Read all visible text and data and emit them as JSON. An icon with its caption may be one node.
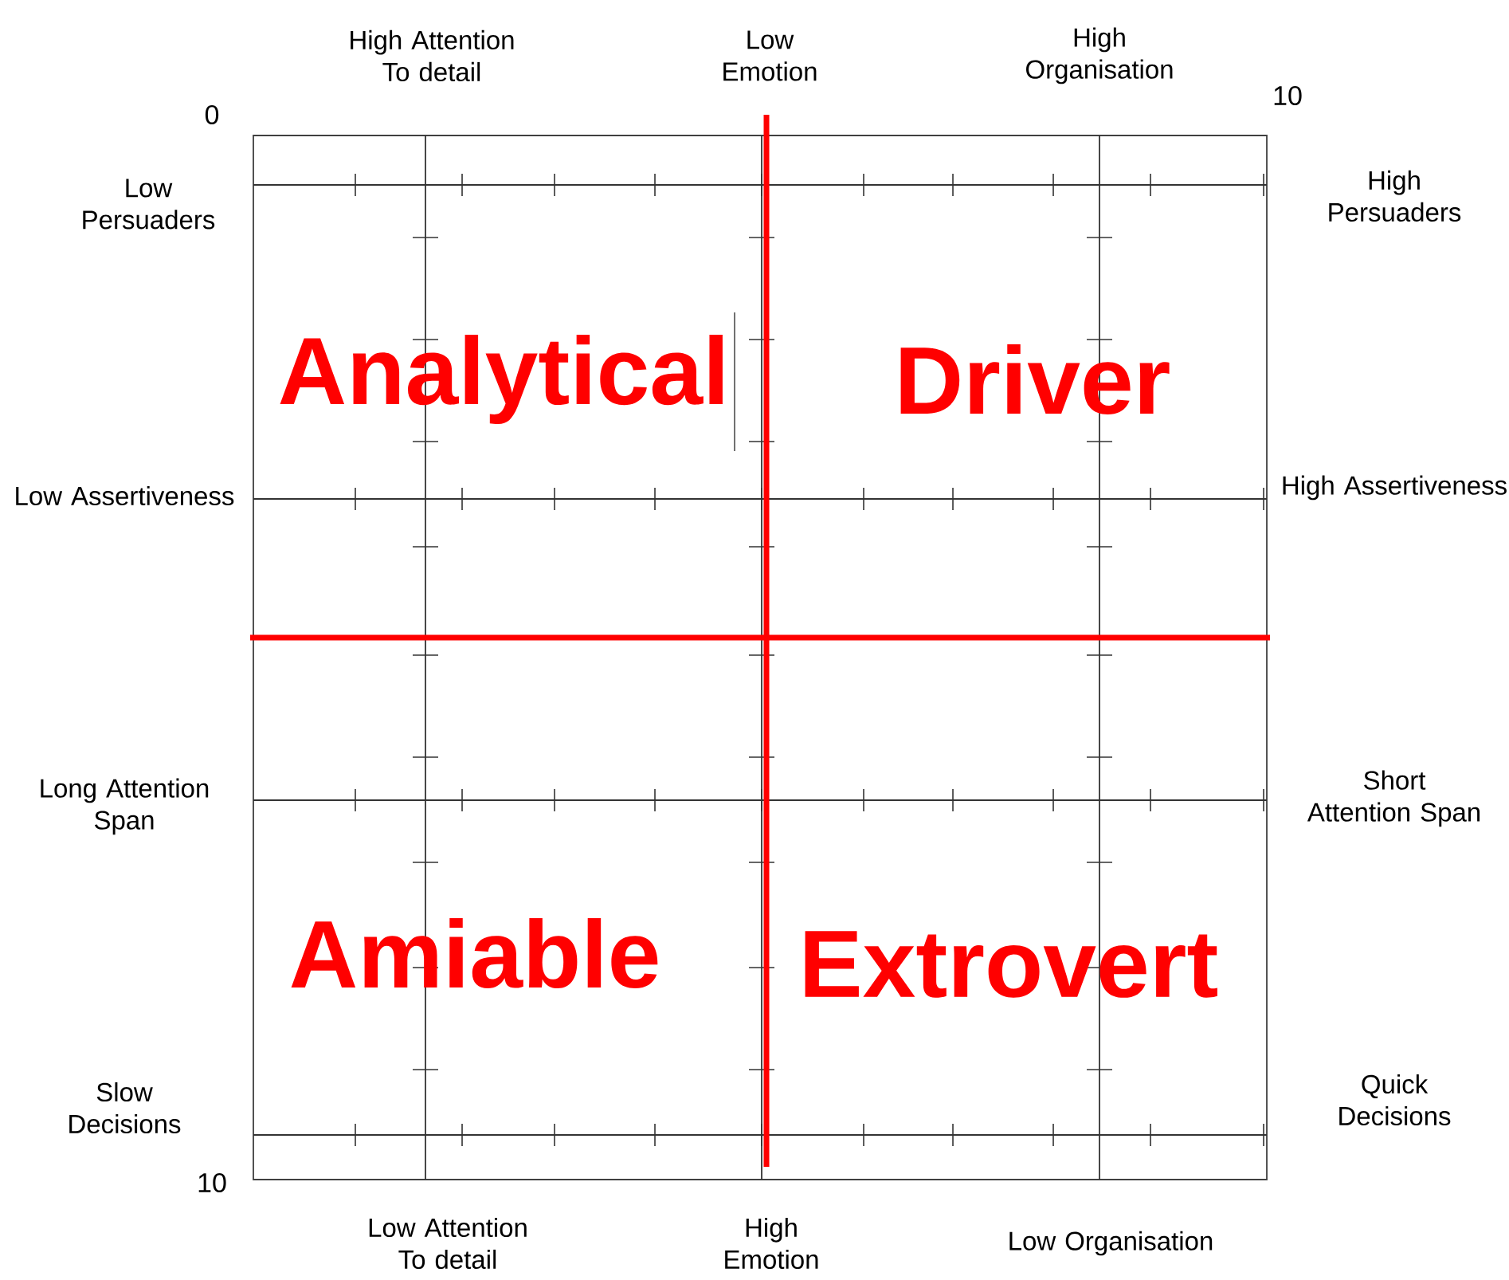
{
  "diagram": {
    "labels": [
      "High Attention To detail",
      "Low Emotion",
      "High Organisation",
      "0",
      "10",
      "Low Persuaders",
      "High Persuaders",
      "Analytical",
      "Driver",
      "Low Assertiveness",
      "High Assertiveness",
      "Long Attention Span",
      "Short Attention Span",
      "Amiable",
      "Extrovert",
      "Slow Decisions",
      "Quick Decisions",
      "10",
      "Low Attention To detail",
      "High Emotion",
      "Low Organisation"
    ]
  }
}
